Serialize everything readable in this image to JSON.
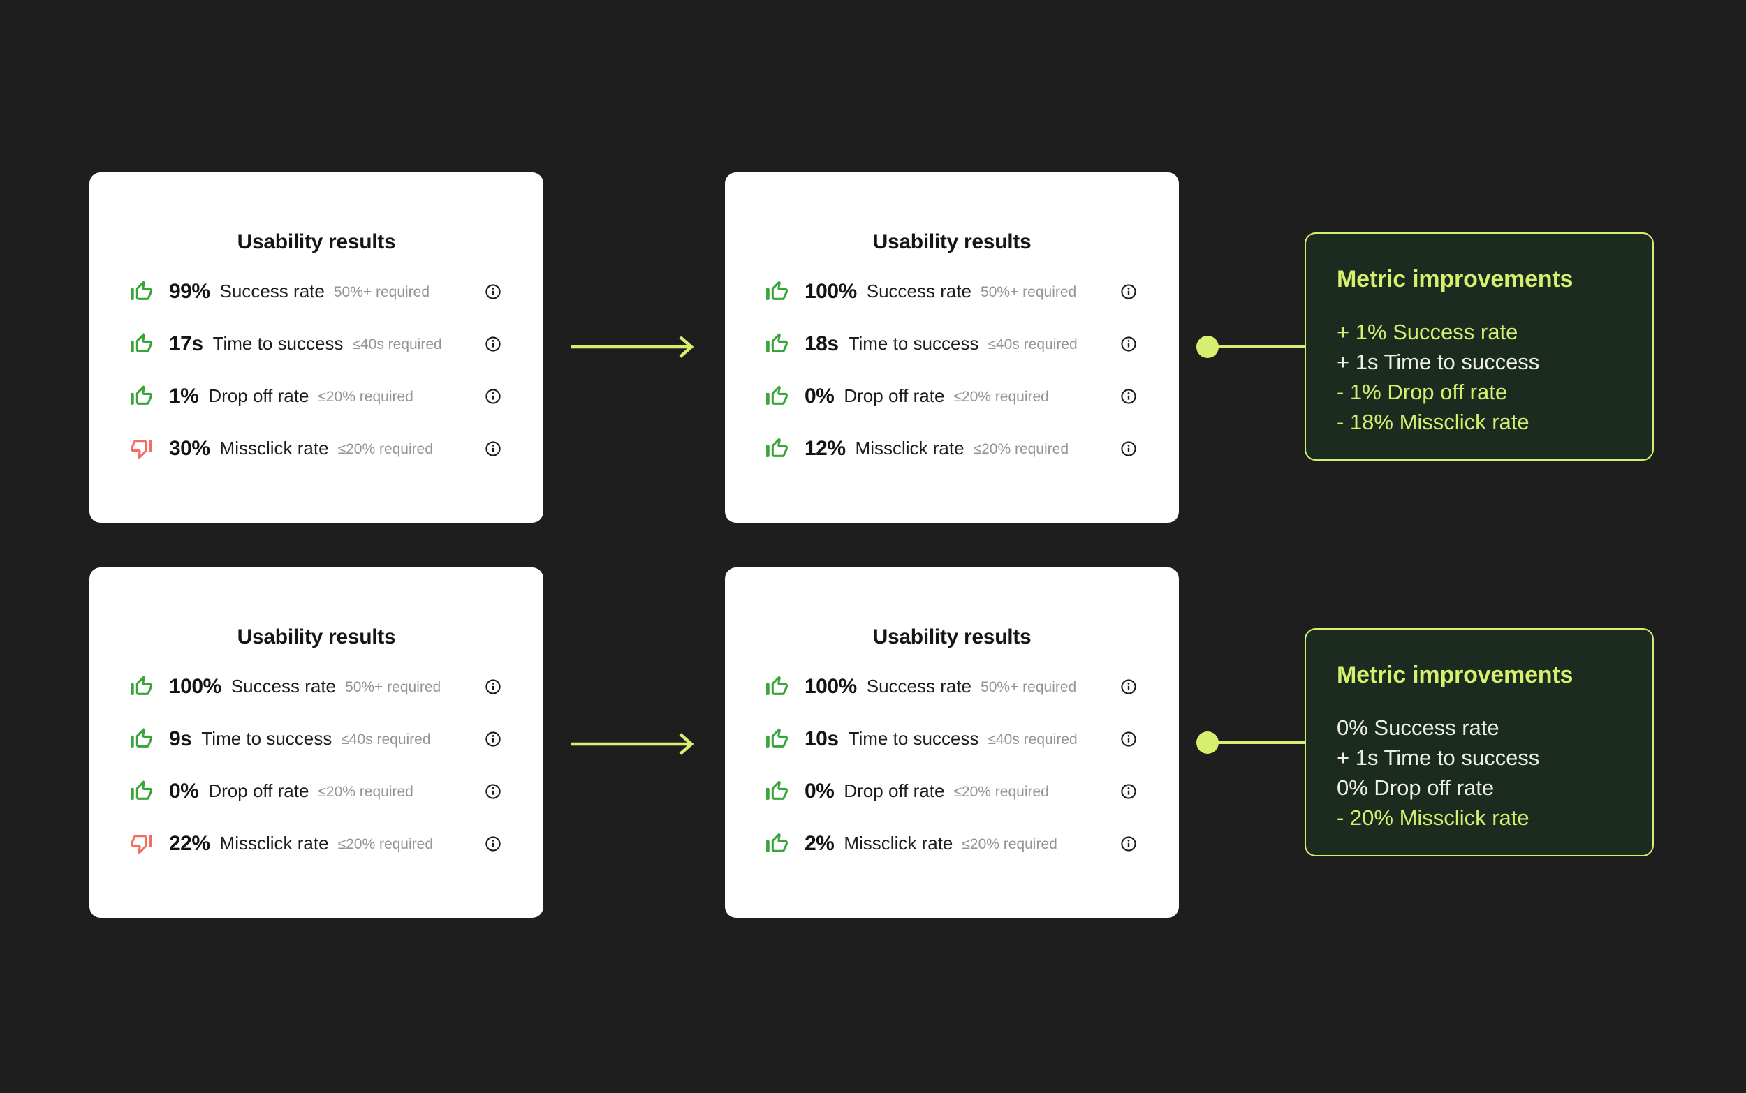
{
  "colors": {
    "background": "#1e1e1e",
    "card_background": "#ffffff",
    "accent_lime": "#d7ef6e",
    "improve_card_background": "#1c2b20",
    "thumb_up_green": "#3aa43a",
    "thumb_down_red": "#f86b61",
    "required_text_gray": "#949494"
  },
  "cards": [
    {
      "title": "Usability results",
      "rows": [
        {
          "sentiment": "up",
          "value": "99%",
          "label": "Success rate",
          "required": "50%+ required"
        },
        {
          "sentiment": "up",
          "value": "17s",
          "label": "Time to success",
          "required": "≤40s required"
        },
        {
          "sentiment": "up",
          "value": "1%",
          "label": "Drop off rate",
          "required": "≤20% required"
        },
        {
          "sentiment": "down",
          "value": "30%",
          "label": "Missclick rate",
          "required": "≤20% required"
        }
      ]
    },
    {
      "title": "Usability results",
      "rows": [
        {
          "sentiment": "up",
          "value": "100%",
          "label": "Success rate",
          "required": "50%+ required"
        },
        {
          "sentiment": "up",
          "value": "18s",
          "label": "Time to success",
          "required": "≤40s required"
        },
        {
          "sentiment": "up",
          "value": "0%",
          "label": "Drop off rate",
          "required": "≤20% required"
        },
        {
          "sentiment": "up",
          "value": "12%",
          "label": "Missclick rate",
          "required": "≤20% required"
        }
      ]
    },
    {
      "title": "Usability results",
      "rows": [
        {
          "sentiment": "up",
          "value": "100%",
          "label": "Success rate",
          "required": "50%+ required"
        },
        {
          "sentiment": "up",
          "value": "9s",
          "label": "Time to success",
          "required": "≤40s required"
        },
        {
          "sentiment": "up",
          "value": "0%",
          "label": "Drop off rate",
          "required": "≤20% required"
        },
        {
          "sentiment": "down",
          "value": "22%",
          "label": "Missclick rate",
          "required": "≤20% required"
        }
      ]
    },
    {
      "title": "Usability results",
      "rows": [
        {
          "sentiment": "up",
          "value": "100%",
          "label": "Success rate",
          "required": "50%+ required"
        },
        {
          "sentiment": "up",
          "value": "10s",
          "label": "Time to success",
          "required": "≤40s required"
        },
        {
          "sentiment": "up",
          "value": "0%",
          "label": "Drop off rate",
          "required": "≤20% required"
        },
        {
          "sentiment": "up",
          "value": "2%",
          "label": "Missclick rate",
          "required": "≤20% required"
        }
      ]
    }
  ],
  "improvements": [
    {
      "title": "Metric improvements",
      "lines": [
        {
          "text": "+ 1% Success rate",
          "tone": "lime"
        },
        {
          "text": "+ 1s Time to success",
          "tone": "white"
        },
        {
          "text": "- 1% Drop off rate",
          "tone": "lime"
        },
        {
          "text": "- 18% Missclick rate",
          "tone": "lime"
        }
      ]
    },
    {
      "title": "Metric improvements",
      "lines": [
        {
          "text": "0% Success rate",
          "tone": "white"
        },
        {
          "text": "+ 1s Time to success",
          "tone": "white"
        },
        {
          "text": "0% Drop off rate",
          "tone": "white"
        },
        {
          "text": "- 20% Missclick rate",
          "tone": "lime"
        }
      ]
    }
  ]
}
